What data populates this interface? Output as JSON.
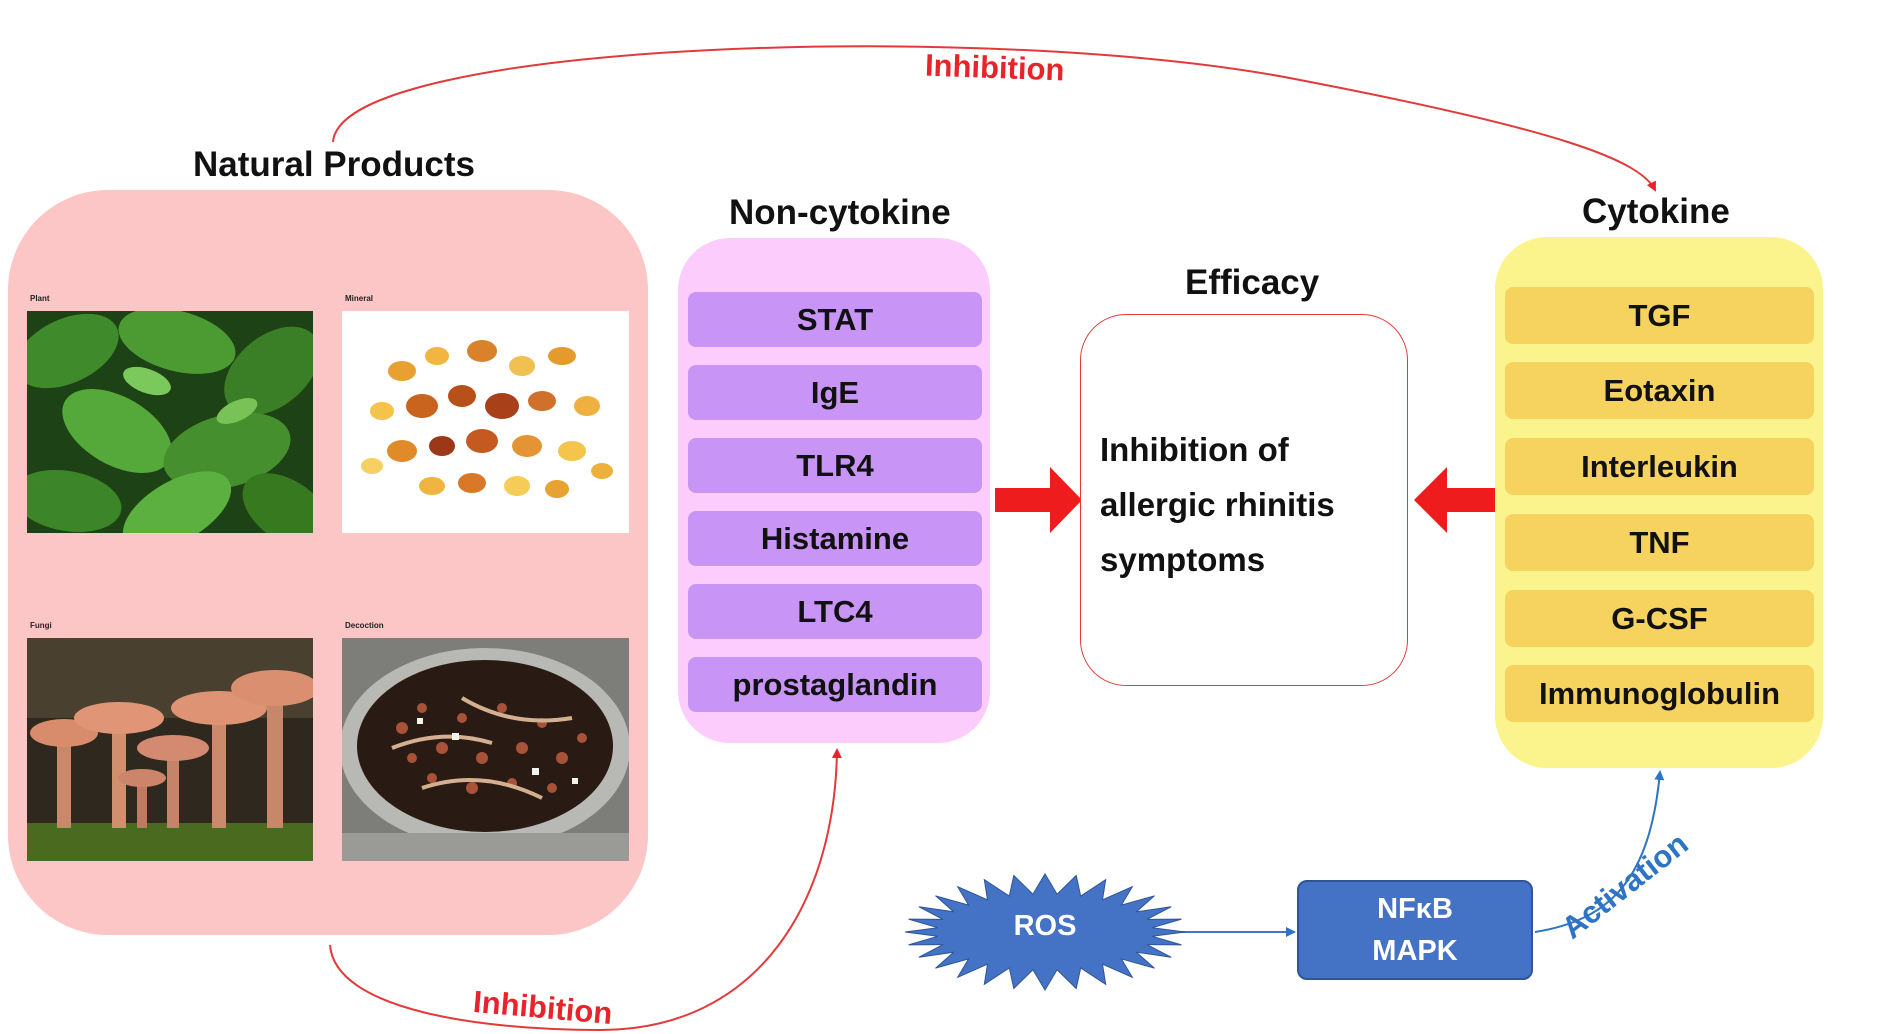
{
  "natural_products": {
    "title": "Natural Products",
    "cells": [
      {
        "label": "Plant"
      },
      {
        "label": "Mineral"
      },
      {
        "label": "Fungi"
      },
      {
        "label": "Decoction"
      }
    ]
  },
  "non_cytokine": {
    "title": "Non-cytokine",
    "items": [
      "STAT",
      "IgE",
      "TLR4",
      "Histamine",
      "LTC4",
      "prostaglandin"
    ]
  },
  "efficacy": {
    "title": "Efficacy",
    "lines": [
      "Inhibition of",
      "allergic rhinitis",
      "symptoms"
    ]
  },
  "cytokine": {
    "title": "Cytokine",
    "items": [
      "TGF",
      "Eotaxin",
      "Interleukin",
      "TNF",
      "G-CSF",
      "Immunoglobulin"
    ]
  },
  "pathway": {
    "ros_label": "ROS",
    "box_lines": [
      "NFκB",
      "MAPK"
    ],
    "activation_label": "Activation"
  },
  "inhibition_labels": {
    "top": "Inhibition",
    "bottom": "Inhibition"
  },
  "colors": {
    "natural_panel": "#fcc6c6",
    "non_cytokine_panel": "#fcccfc",
    "non_cytokine_item": "#c894f5",
    "cytokine_panel": "#fbf48d",
    "cytokine_item": "#f6d35f",
    "inhibition_red": "#e8242a",
    "activation_blue": "#2e74c4",
    "pathway_blue": "#4472c4"
  }
}
